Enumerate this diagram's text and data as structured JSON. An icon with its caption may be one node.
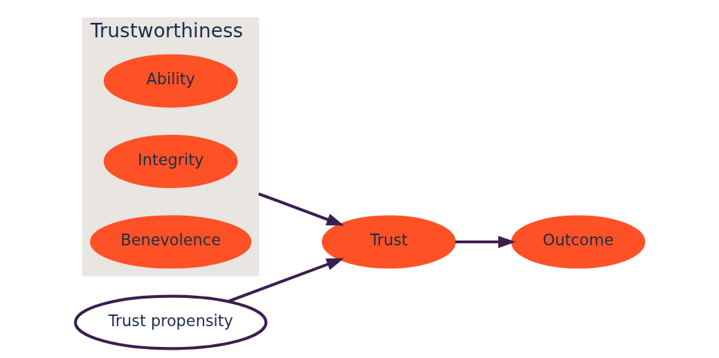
{
  "diagram": {
    "nodes": [
      {
        "text": [
          "Trustworthiness"
        ]
      },
      {
        "text": [
          "Ability"
        ],
        "in": 0
      },
      {
        "text": [
          "Integrity"
        ],
        "in": 0
      },
      {
        "text": [
          "Benevolence"
        ],
        "in": 0
      },
      {
        "text": [
          "Trust"
        ]
      },
      {
        "text": [
          "Outcome"
        ]
      },
      {
        "text": [
          "Trust propensity"
        ]
      }
    ],
    "edges": [
      {
        "from": 0,
        "to": 4,
        "arrow": "to",
        "color": "#3b1f4e"
      },
      {
        "from": 4,
        "to": 5,
        "arrow": "to",
        "color": "#3b1f4e"
      },
      {
        "from": 6,
        "to": 4,
        "arrow": "to",
        "color": "#3b1f4e"
      }
    ]
  }
}
